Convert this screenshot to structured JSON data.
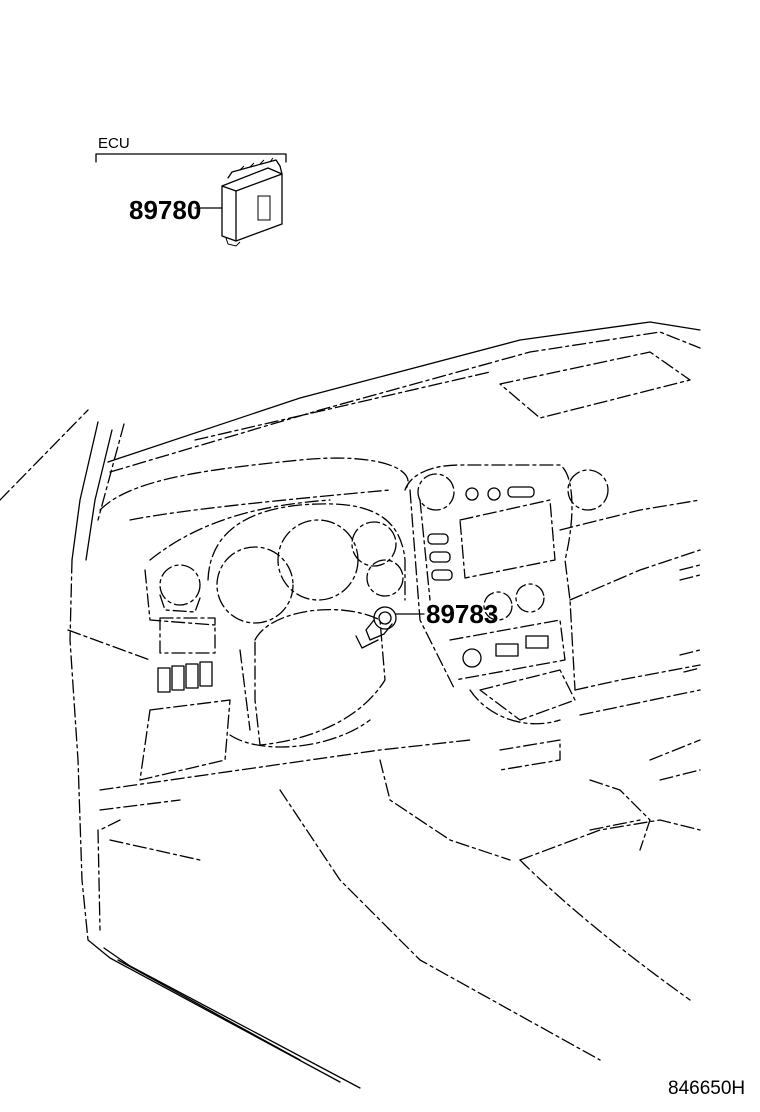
{
  "group_label": "ECU",
  "parts": [
    {
      "number": "89780"
    },
    {
      "number": "89783"
    }
  ],
  "diagram_code": "846650H"
}
